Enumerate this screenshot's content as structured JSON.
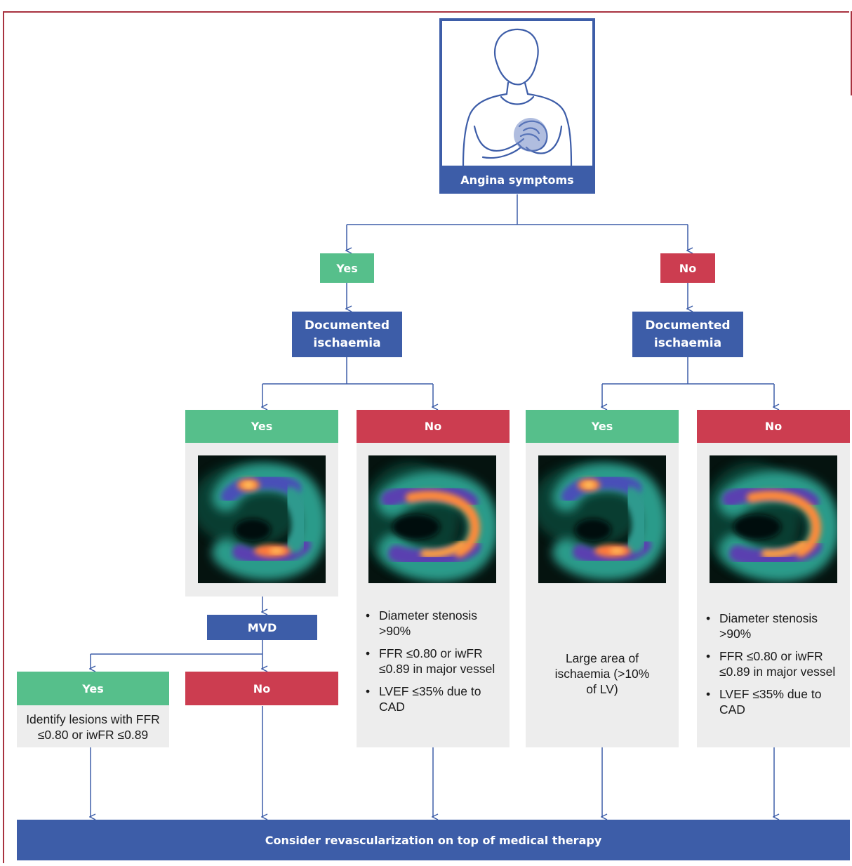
{
  "top": {
    "label": "Angina symptoms"
  },
  "branches": {
    "left": {
      "answer": "Yes",
      "question": "Documented ischaemia",
      "ischaemia_yes": {
        "answer": "Yes",
        "mvd": "MVD",
        "mvd_yes": {
          "answer": "Yes",
          "text": "Identify lesions with FFR ≤0.80 or iwFR ≤0.89"
        },
        "mvd_no": {
          "answer": "No"
        }
      },
      "ischaemia_no": {
        "answer": "No",
        "criteria": [
          "Diameter stenosis >90%",
          "FFR ≤0.80 or iwFR ≤0.89 in major vessel",
          "LVEF ≤35% due to CAD"
        ]
      }
    },
    "right": {
      "answer": "No",
      "question": "Documented ischaemia",
      "ischaemia_yes": {
        "answer": "Yes",
        "text": "Large area of ischaemia (>10% of LV)"
      },
      "ischaemia_no": {
        "answer": "No",
        "criteria": [
          "Diameter stenosis >90%",
          "FFR ≤0.80 or iwFR ≤0.89 in major vessel",
          "LVEF ≤35% due to CAD"
        ]
      }
    }
  },
  "bottom": {
    "label": "Consider revascularization on top of medical therapy"
  },
  "colors": {
    "blue": "#3d5da8",
    "green": "#56bf8b",
    "red": "#cc3d50",
    "grey": "#ededed",
    "line": "#3d5da8"
  }
}
